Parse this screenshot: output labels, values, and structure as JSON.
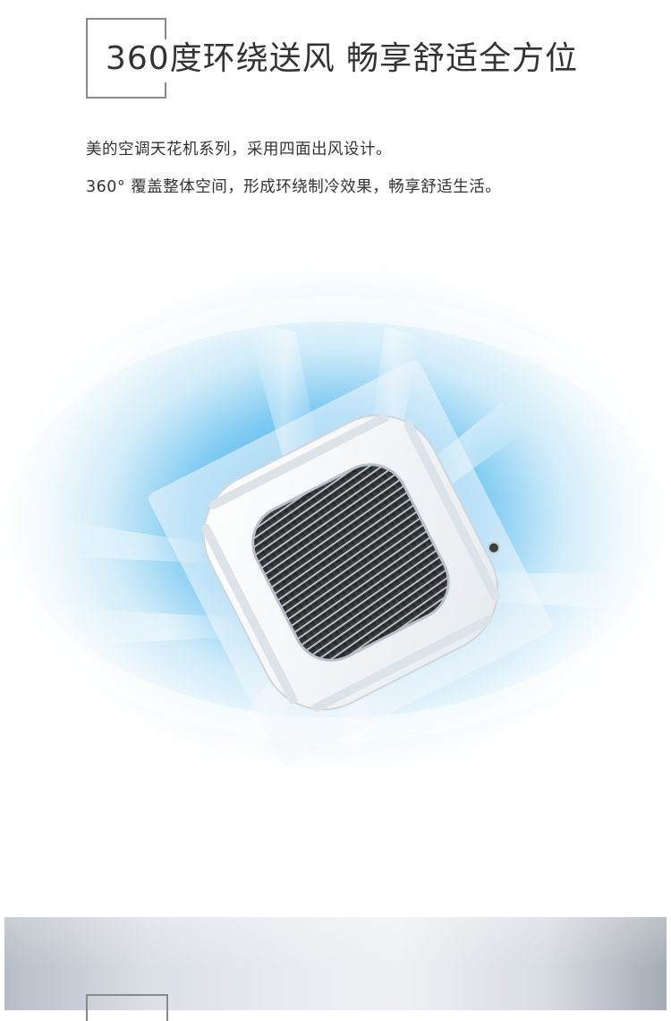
{
  "header": {
    "title": "360度环绕送风 畅享舒适全方位"
  },
  "description": {
    "line1": "美的空调天花机系列，采用四面出风设计。",
    "line2": "360° 覆盖整体空间，形成环绕制冷效果，畅享舒适生活。"
  },
  "colors": {
    "text": "#333333",
    "frame": "#8a8a8a",
    "airflow_blue": "#4fb3ea",
    "panel_white": "#f7f9fb",
    "grille_dark": "#2a2d30"
  }
}
